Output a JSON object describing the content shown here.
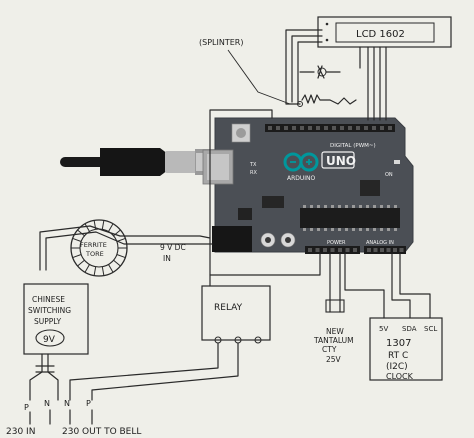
{
  "labels": {
    "lcd": "LCD 1602",
    "splinter": "(SPLINTER)",
    "ferrite_1": "FERRITE",
    "ferrite_2": "TORE",
    "dc_1": "9 V DC",
    "dc_2": "IN",
    "psu_1": "CHINESE",
    "psu_2": "SWITCHING",
    "psu_3": "SUPPLY",
    "psu_out": "9V",
    "relay": "RELAY",
    "cap_1": "NEW",
    "cap_2": "TANTALUM",
    "cap_3": "CTY",
    "cap_4": "25V",
    "rtc_1": "1307",
    "rtc_2": "RT C",
    "rtc_3": "(I2C)",
    "rtc_4": "CLOCK",
    "rtc_5v": "5V",
    "rtc_sda": "SDA",
    "rtc_scl": "SCL",
    "term_p1": "P",
    "term_n1": "N",
    "term_n2": "N",
    "term_p2": "P",
    "bottom_in": "230 IN",
    "bottom_out": "230 OUT TO BELL"
  },
  "board": {
    "name": "UNO",
    "brand": "ARDUINO",
    "digital": "DIGITAL (PWM~)",
    "power": "POWER",
    "analog": "ANALOG IN",
    "tx": "TX",
    "rx": "RX",
    "on": "ON"
  },
  "colors": {
    "paper": "#efefe9",
    "ink": "#2a2a2a",
    "board": "#4b4f55",
    "board_dark": "#2e3136",
    "arduino_teal": "#00979c"
  }
}
